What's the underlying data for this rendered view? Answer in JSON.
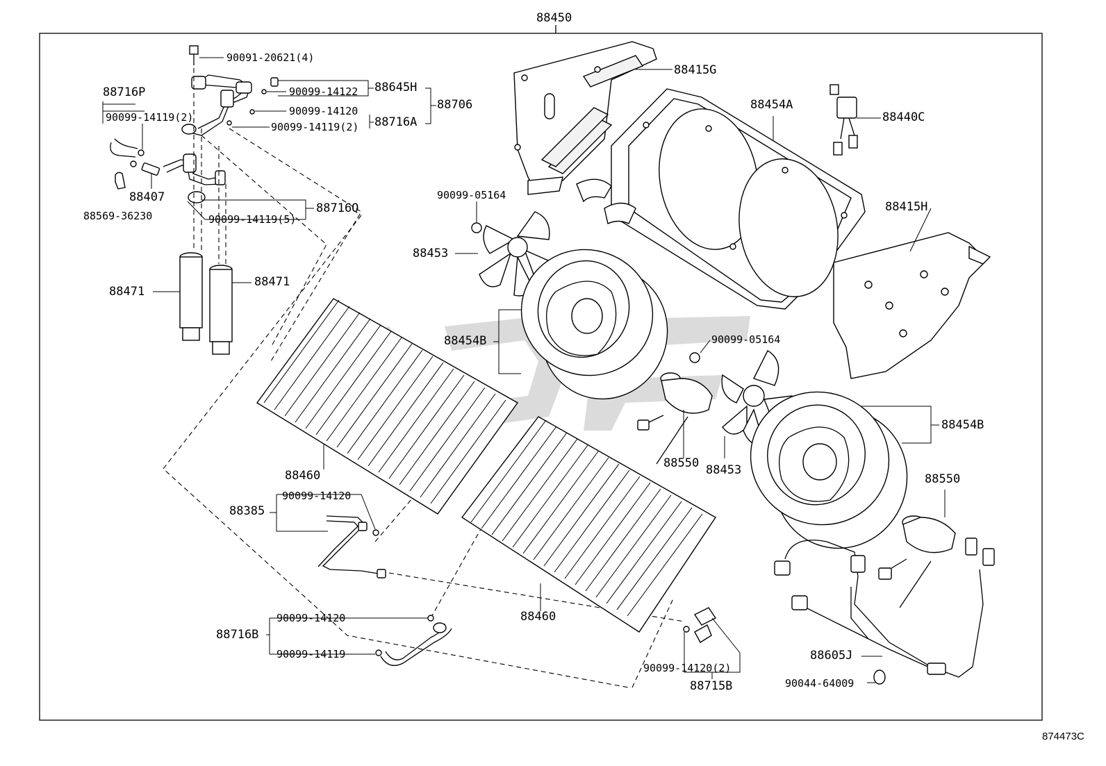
{
  "assembly_number": "88450",
  "illustration_code": "874473C",
  "watermark": "CDC",
  "labels": {
    "bolt_90091": "90091-20621(4)",
    "oring_14122": "90099-14122",
    "oring_14120_top": "90099-14120",
    "oring_14119_2_top": "90099-14119(2)",
    "hose_88645H": "88645H",
    "tube_88716A": "88716A",
    "group_88706": "88706",
    "tube_88716P": "88716P",
    "oring_14119_2_left": "90099-14119(2)",
    "switch_88407": "88407",
    "cap_88569": "88569-36230",
    "oring_14119_5": "90099-14119(5)",
    "tube_88716Q": "88716Q",
    "receiver_88471_left": "88471",
    "receiver_88471_right": "88471",
    "bracket_88415G": "88415G",
    "shroud_88454A": "88454A",
    "relay_88440C": "88440C",
    "nut_05164_top": "90099-05164",
    "bracket_88415H": "88415H",
    "fan_88453_top": "88453",
    "shroud_88454B_left": "88454B",
    "nut_05164_mid": "90099-05164",
    "condenser_88460_left": "88460",
    "motor_88550_mid": "88550",
    "fan_88453_mid": "88453",
    "shroud_88454B_right": "88454B",
    "motor_88550_right": "88550",
    "oring_14120_pipe": "90099-14120",
    "pipe_88385": "88385",
    "condenser_88460_right": "88460",
    "oring_14120_b": "90099-14120",
    "tube_88716B": "88716B",
    "oring_14119_b": "90099-14119",
    "oring_14120_2_b": "90099-14120(2)",
    "tube_88715B": "88715B",
    "harness_88605J": "88605J",
    "clamp_90044": "90044-64009"
  }
}
